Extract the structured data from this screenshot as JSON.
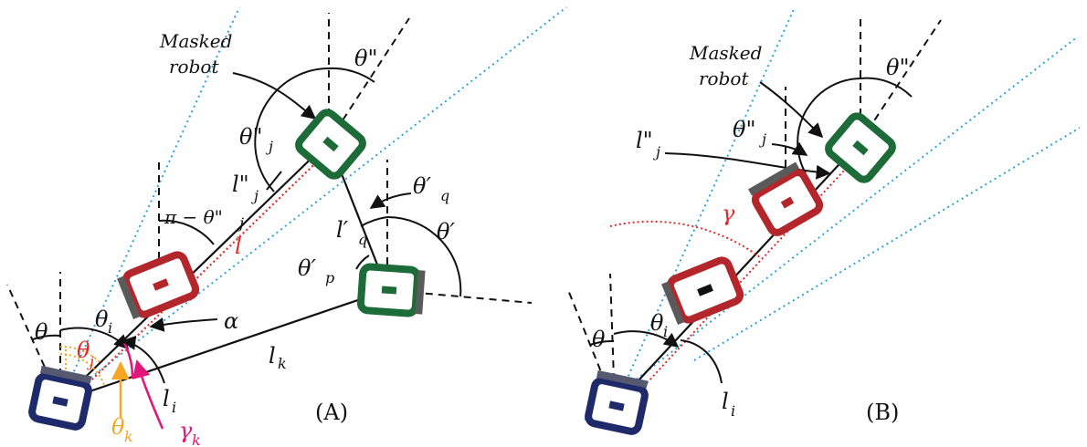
{
  "panel_a": {
    "caption": "(A)",
    "masked_label_1": "Masked",
    "masked_label_2": "robot",
    "theta_dd": "θ\"",
    "theta_dd_j": "θ\"",
    "theta_dd_j_sub": "j",
    "l_dd_j": "l\"",
    "l_dd_j_sub": "j",
    "pi_minus": "π − θ\"",
    "pi_minus_sub": "j",
    "l_red": "l",
    "theta_p_q": "θ′",
    "theta_p_q_sub": "q",
    "l_p_q": "l′",
    "l_p_q_sub": "q",
    "theta_p": "θ′",
    "theta_p_p": "θ′",
    "theta_p_p_sub": "p",
    "alpha": "α",
    "theta": "θ",
    "theta_i": "θ",
    "theta_i_sub": "i",
    "theta_j": "θ",
    "theta_j_sub": "j",
    "l_k": "l",
    "l_k_sub": "k",
    "l_i": "l",
    "l_i_sub": "i",
    "theta_k": "θ",
    "theta_k_sub": "k",
    "gamma_k": "γ",
    "gamma_k_sub": "k"
  },
  "panel_b": {
    "caption": "(B)",
    "masked_label_1": "Masked",
    "masked_label_2": "robot",
    "theta_dd": "θ\"",
    "theta_dd_j": "θ\"",
    "theta_dd_j_sub": "j",
    "l_dd_j": "l\"",
    "l_dd_j_sub": "j",
    "gamma": "γ",
    "theta": "θ",
    "theta_i": "θ",
    "theta_i_sub": "i",
    "l_i": "l",
    "l_i_sub": "i"
  },
  "colors": {
    "robot_blue": "#1f2a6b",
    "robot_red": "#b3262b",
    "robot_green": "#1e6b3a",
    "dotted_blue": "#2ea3d6",
    "dotted_red": "#e02a2a",
    "orange": "#f5a623",
    "magenta": "#e0167a"
  }
}
